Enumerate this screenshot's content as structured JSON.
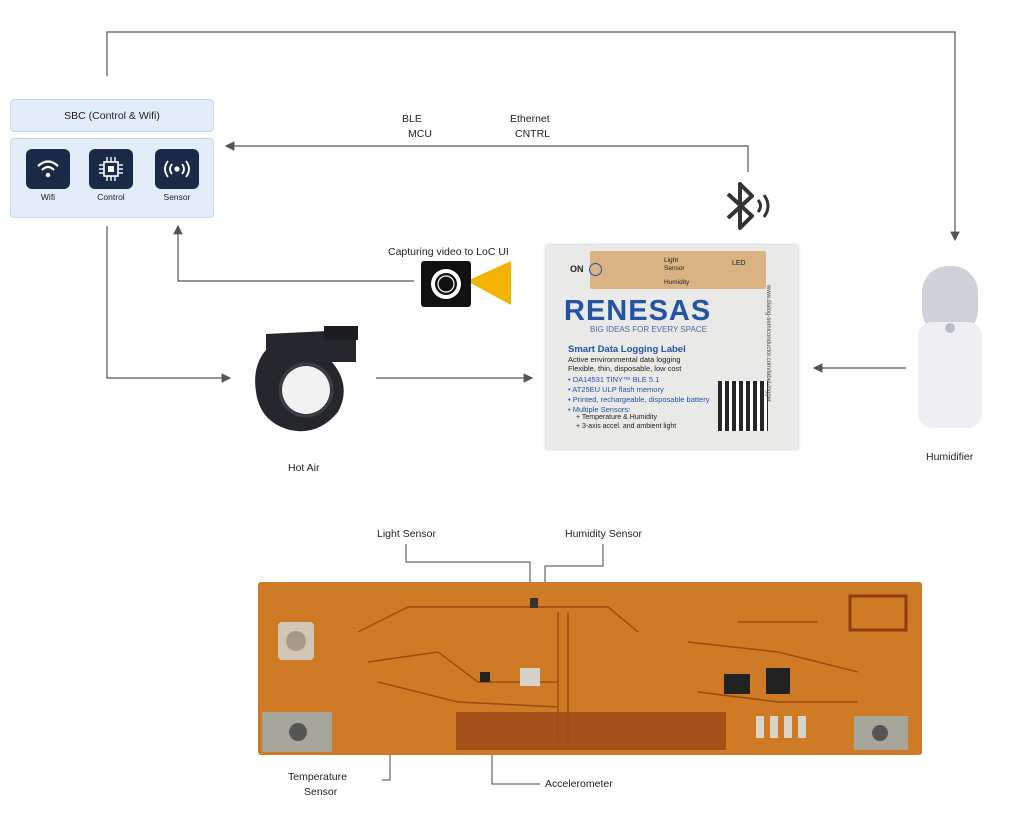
{
  "sbc": {
    "title": "SBC (Control & Wifi)",
    "items": [
      {
        "label": "Wifi",
        "icon": "wifi-icon"
      },
      {
        "label": "Control",
        "icon": "chip-icon"
      },
      {
        "label": "Sensor",
        "icon": "sensor-icon"
      }
    ]
  },
  "links": {
    "ble": "BLE",
    "mcu": "MCU",
    "ethernet": "Ethernet",
    "cntrl": "CNTRL",
    "capture": "Capturing video to LoC UI"
  },
  "devices": {
    "hot_air": "Hot Air",
    "humidifier": "Humidifier"
  },
  "label_card": {
    "on": "ON",
    "light_sensor_1": "Light",
    "light_sensor_2": "Sensor",
    "led": "LED",
    "humidity": "Humidity",
    "brand": "RENESAS",
    "tagline": "BIG IDEAS FOR EVERY SPACE",
    "title": "Smart Data Logging Label",
    "lines": [
      "Active environmental data logging",
      "Flexible, thin, disposable, low cost",
      "• DA14531 TINY™ BLE 5.1",
      "• AT25EU ULP flash memory",
      "• Printed, rechargeable, disposable battery",
      "• Multiple Sensors:",
      "+ Temperature & Humidity",
      "+ 3-axis accel. and ambient light"
    ],
    "url": "www.dialog-semiconductor.com/label-logger"
  },
  "pcb_callouts": {
    "light": "Light Sensor",
    "humidity": "Humidity Sensor",
    "temperature_1": "Temperature",
    "temperature_2": "Sensor",
    "accelerometer": "Accelerometer"
  },
  "colors": {
    "sbc_bg": "#e3ecf9",
    "icon_bg": "#1b2a47",
    "brand": "#2453a6",
    "pcb": "#cf7a25",
    "camera_beam": "#f2b400"
  }
}
